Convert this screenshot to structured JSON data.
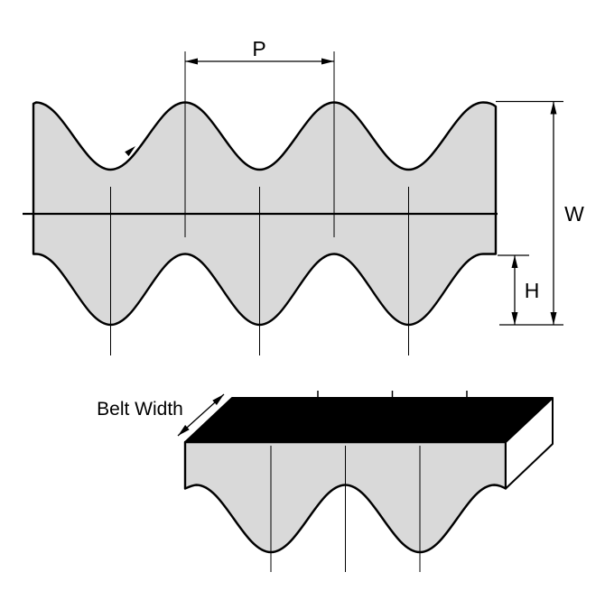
{
  "diagram": {
    "labels": {
      "pitch": "P",
      "overall_width": "W",
      "tooth_height": "H",
      "belt_width": "Belt Width"
    },
    "colors": {
      "belt_fill": "#d9d9d9",
      "belt_outline": "#000000",
      "top_face_fill": "#000000",
      "side_face_fill": "#ffffff",
      "dimension_color": "#000000",
      "background": "#ffffff"
    }
  }
}
